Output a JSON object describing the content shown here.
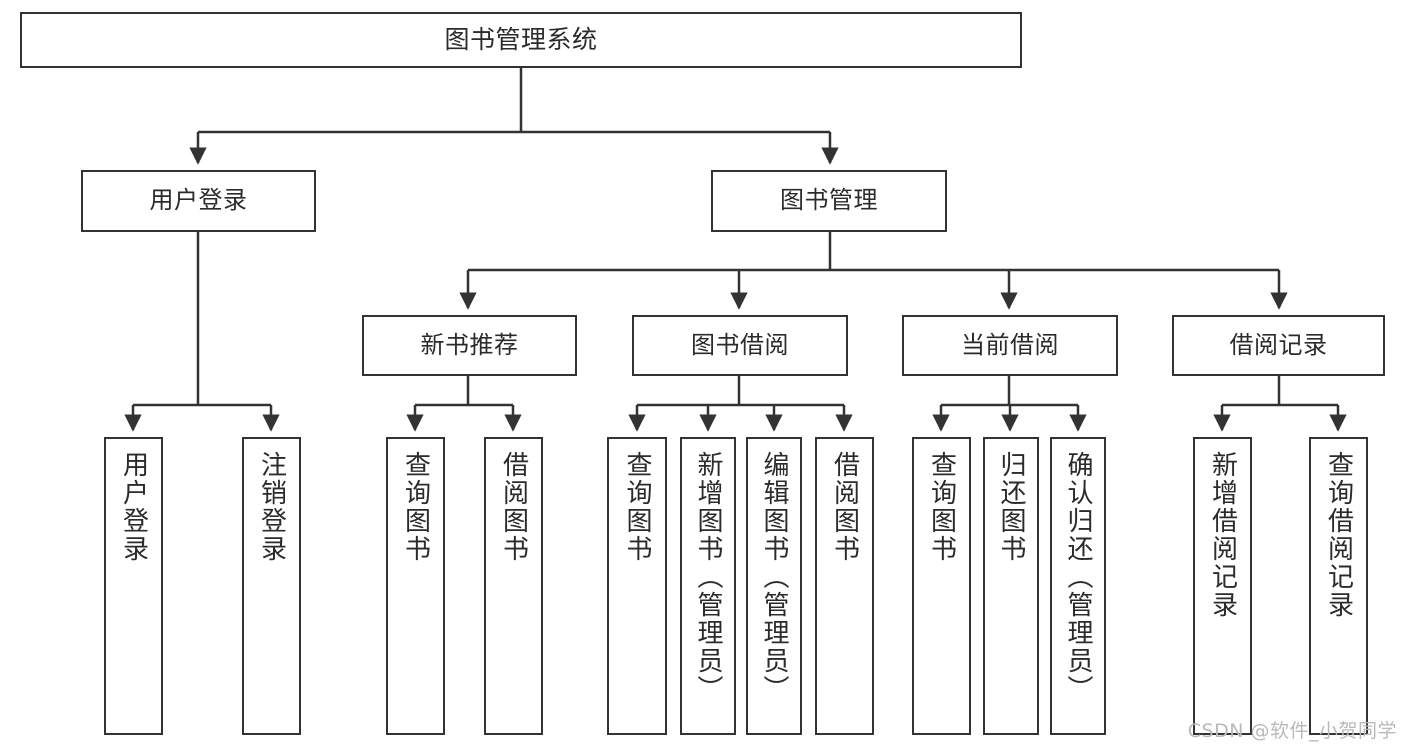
{
  "diagram": {
    "title": "图书管理系统",
    "watermark": "CSDN @软件_小贺同学",
    "colors": {
      "box_border": "#333333",
      "box_fill": "#ffffff",
      "connector": "#333333",
      "text": "#2b2b2b",
      "watermark": "#b9b9b9",
      "background": "#ffffff"
    },
    "nodes": {
      "root": {
        "label": "图书管理系统"
      },
      "level2": [
        {
          "label": "用户登录"
        },
        {
          "label": "图书管理"
        }
      ],
      "level3": [
        {
          "label": "新书推荐"
        },
        {
          "label": "图书借阅"
        },
        {
          "label": "当前借阅"
        },
        {
          "label": "借阅记录"
        }
      ],
      "leaves": {
        "user_login": [
          {
            "label": "用户登录"
          },
          {
            "label": "注销登录"
          }
        ],
        "new_book_recommend": [
          {
            "label": "查询图书"
          },
          {
            "label": "借阅图书"
          }
        ],
        "book_borrow": [
          {
            "label": "查询图书"
          },
          {
            "label": "新增图书（管理员）"
          },
          {
            "label": "编辑图书（管理员）"
          },
          {
            "label": "借阅图书"
          }
        ],
        "current_borrow": [
          {
            "label": "查询图书"
          },
          {
            "label": "归还图书"
          },
          {
            "label": "确认归还（管理员）"
          }
        ],
        "borrow_record": [
          {
            "label": "新增借阅记录"
          },
          {
            "label": "查询借阅记录"
          }
        ]
      }
    }
  }
}
